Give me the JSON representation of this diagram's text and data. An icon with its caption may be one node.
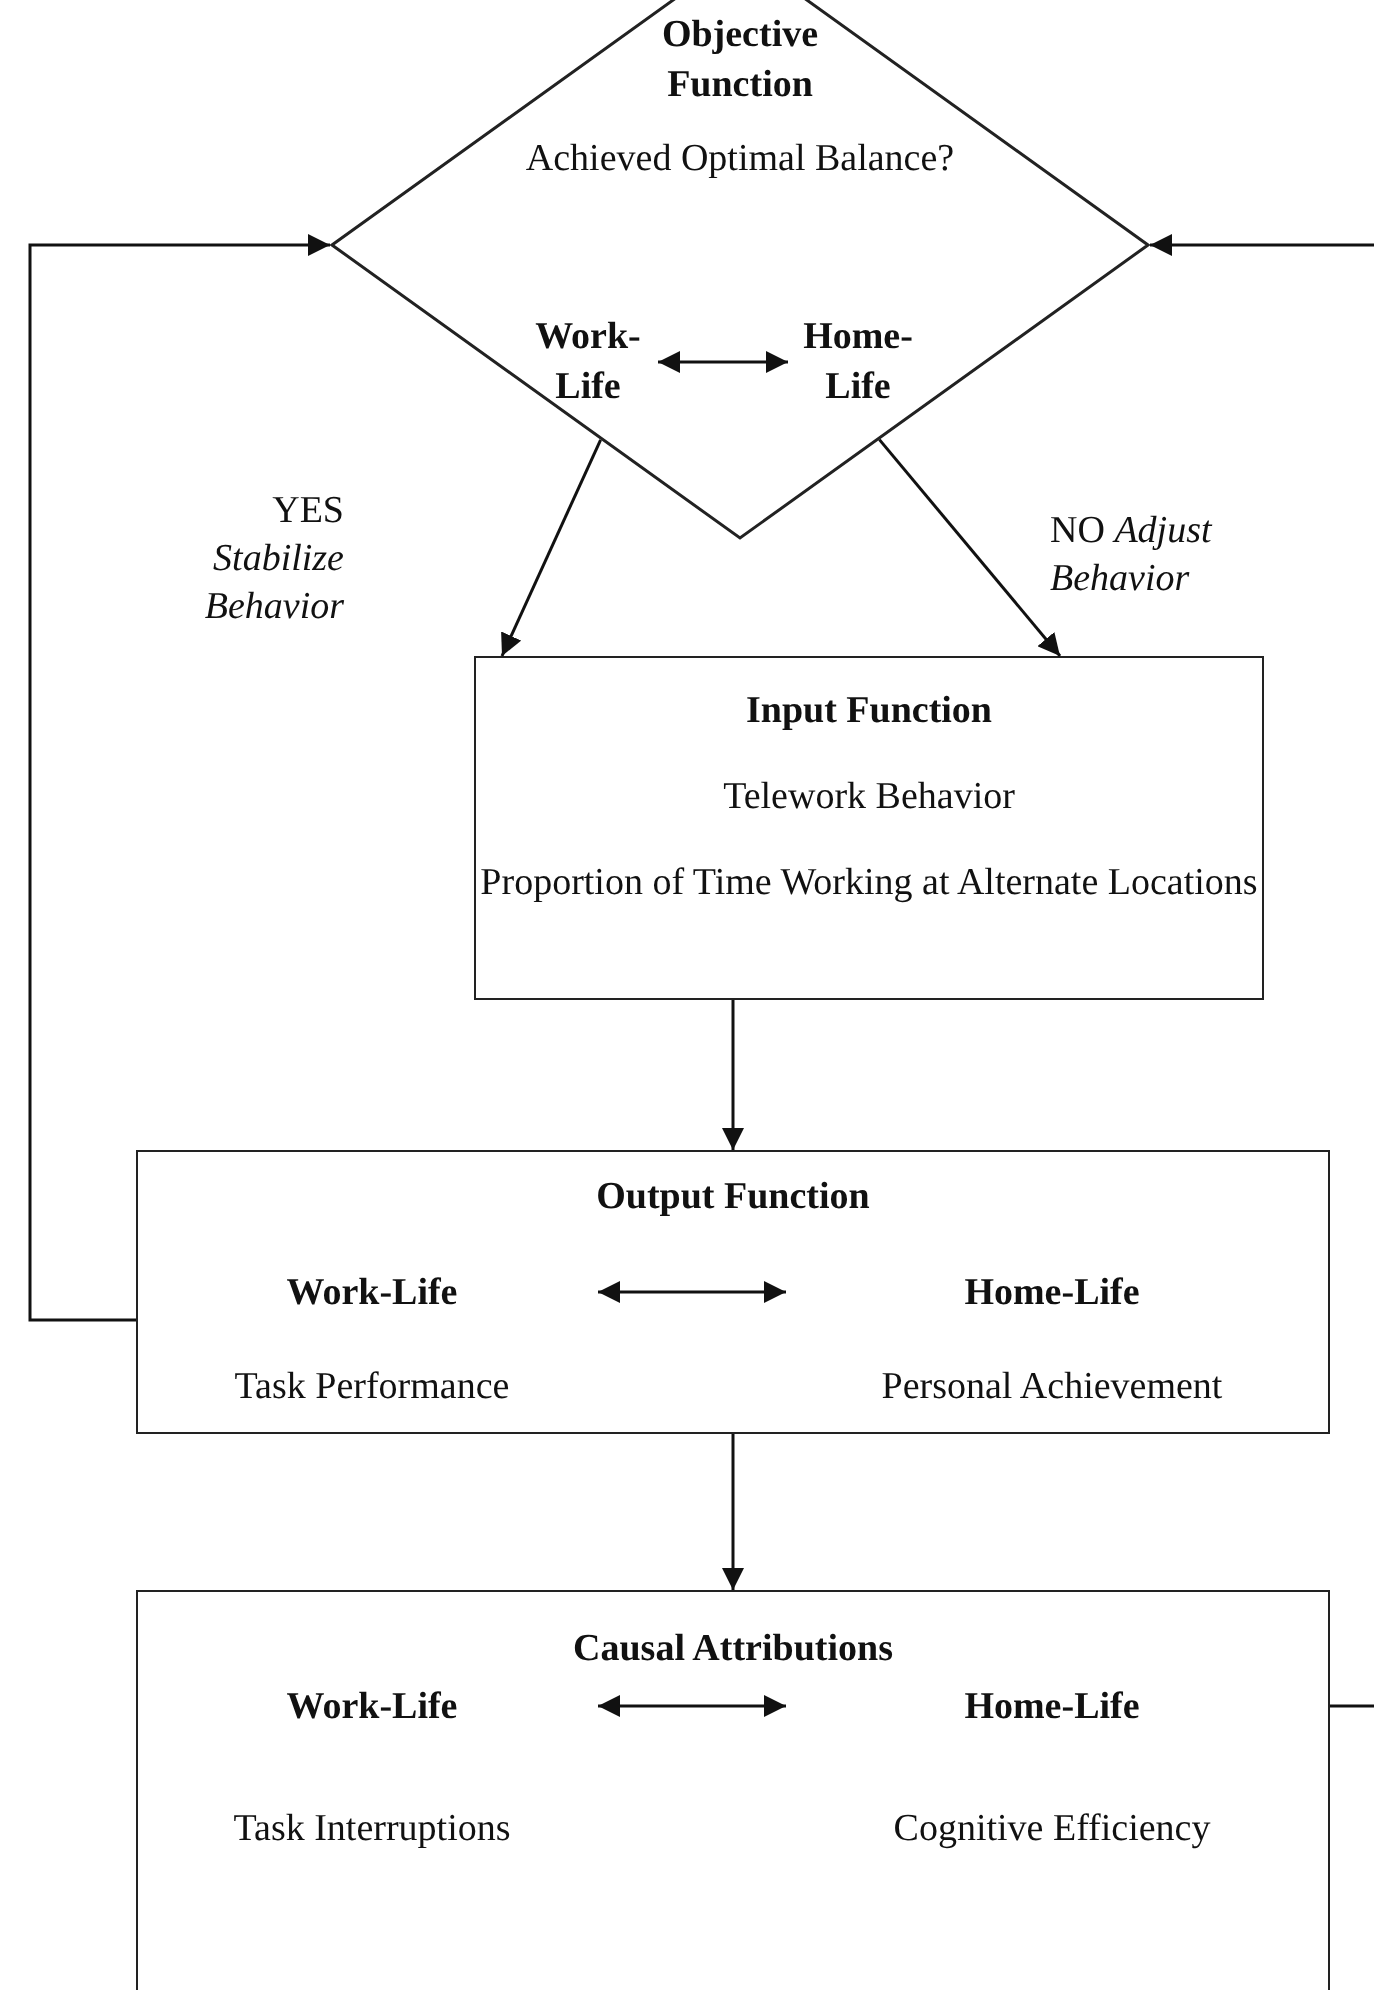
{
  "diagram": {
    "nodes": [
      {
        "text": [
          "Objective Function",
          "Achieved Optimal Balance?"
        ]
      },
      {
        "text": [
          "Work-Life"
        ],
        "in": 0
      },
      {
        "text": [
          "Home-Life"
        ],
        "in": 0
      },
      {
        "text": [
          "Input Function",
          "Telework Behavior",
          "Proportion of Time Working at Alternate Locations"
        ]
      },
      {
        "text": [
          "Output Function"
        ]
      },
      {
        "text": [
          "Work-Life",
          "Task Performance"
        ],
        "in": 4
      },
      {
        "text": [
          "Home-Life",
          "Personal Achievement"
        ],
        "in": 4
      },
      {
        "text": [
          "Causal Attributions"
        ]
      },
      {
        "text": [
          "Work-Life",
          "Task Interruptions"
        ],
        "in": 7
      },
      {
        "text": [
          "Home-Life",
          "Cognitive Efficiency"
        ],
        "in": 7
      }
    ],
    "edges": [
      {
        "from": 1,
        "to": 2,
        "arrow": "both"
      },
      {
        "from": 0,
        "to": 3,
        "arrow": "to",
        "label": "YES *Stabilize Behavior*"
      },
      {
        "from": 0,
        "to": 3,
        "arrow": "to",
        "label": "NO *Adjust Behavior*"
      },
      {
        "from": 3,
        "to": 4,
        "arrow": "to"
      },
      {
        "from": 4,
        "to": 0,
        "arrow": "to"
      },
      {
        "from": 4,
        "to": 7,
        "arrow": "to"
      },
      {
        "from": 7,
        "to": 0,
        "arrow": "to"
      },
      {
        "from": 5,
        "to": 6,
        "arrow": "both"
      },
      {
        "from": 8,
        "to": 9,
        "arrow": "both"
      }
    ]
  }
}
